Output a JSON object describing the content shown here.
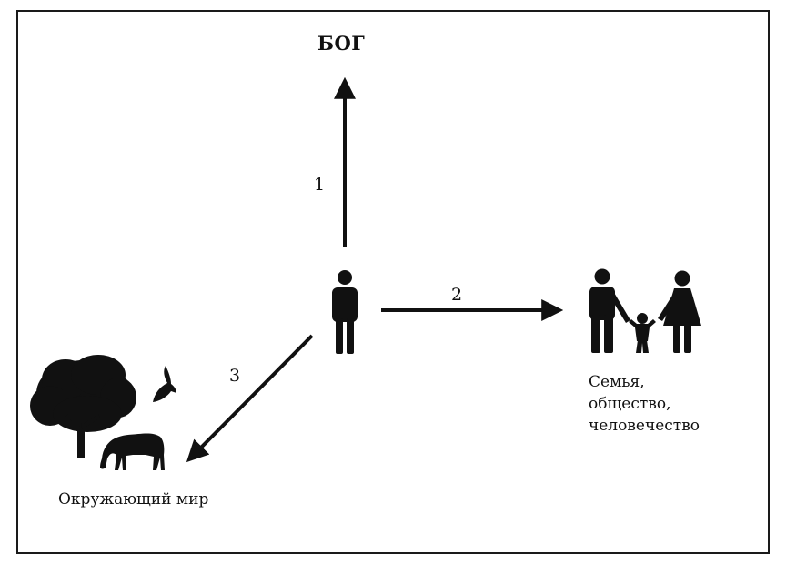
{
  "nodes": {
    "god": "БОГ",
    "family": [
      "Семья,",
      "общество,",
      "человечество"
    ],
    "world": "Окружающий мир"
  },
  "edges": [
    {
      "number": "1",
      "from": "person",
      "to": "god"
    },
    {
      "number": "2",
      "from": "person",
      "to": "family"
    },
    {
      "number": "3",
      "from": "person",
      "to": "world"
    }
  ],
  "colors": {
    "ink": "#111111",
    "background": "#ffffff"
  },
  "icons": [
    "person-icon",
    "man-icon",
    "child-icon",
    "woman-icon",
    "tree-icon",
    "bird-icon",
    "horse-icon"
  ]
}
